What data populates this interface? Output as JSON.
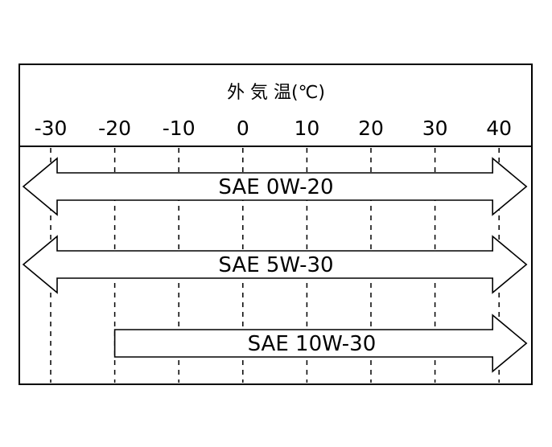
{
  "title": "外 気 温(℃)",
  "tick_labels": [
    "-30",
    "-20",
    "-10",
    "0",
    "10",
    "20",
    "30",
    "40"
  ],
  "viscosity_ranges": [
    {
      "label": "SAE 0W-20",
      "from_c": -30,
      "to_c": 40,
      "left_head": true,
      "right_head": true
    },
    {
      "label": "SAE 5W-30",
      "from_c": -30,
      "to_c": 40,
      "left_head": true,
      "right_head": true
    },
    {
      "label": "SAE 10W-30",
      "from_c": -20,
      "to_c": 40,
      "left_head": false,
      "right_head": true
    }
  ],
  "colors": {
    "line": "#000000",
    "background": "#ffffff"
  }
}
